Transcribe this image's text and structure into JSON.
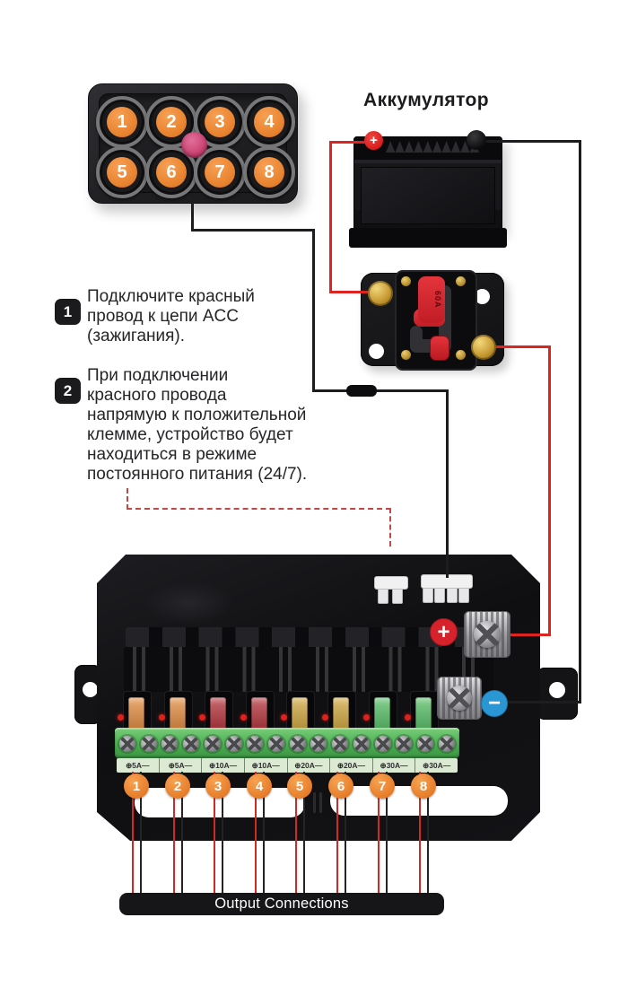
{
  "keypad": {
    "buttons": [
      "1",
      "2",
      "3",
      "4",
      "5",
      "6",
      "7",
      "8"
    ]
  },
  "battery": {
    "title": "Аккумулятор",
    "plus_label": "+"
  },
  "breaker": {
    "rating": "60A"
  },
  "instructions": [
    {
      "num": "1",
      "lines": [
        "Подключите красный",
        "провод к цепи ACC",
        "(зажигания)."
      ]
    },
    {
      "num": "2",
      "lines": [
        "При подключении",
        "красного провода",
        "напрямую к положительной",
        "клемме, устройство будет",
        "находиться в режиме",
        "постоянного питания (24/7)."
      ]
    }
  ],
  "fusebox": {
    "plus_icon": "+",
    "minus_icon": "−",
    "fuse_labels": [
      "⊕5A—",
      "⊕5A—",
      "⊕10A—",
      "⊕10A—",
      "⊕20A—",
      "⊕20A—",
      "⊕30A—",
      "⊕30A—"
    ],
    "fuse_colors": [
      "#e08a3c",
      "#e08a3c",
      "#b23038",
      "#b23038",
      "#cfa53d",
      "#cfa53d",
      "#54bd63",
      "#54bd63"
    ],
    "outputs": [
      "1",
      "2",
      "3",
      "4",
      "5",
      "6",
      "7",
      "8"
    ]
  },
  "footer": {
    "output_connections": "Output Connections"
  },
  "colors": {
    "wire_red": "#dd2420",
    "wire_black": "#1d1d20",
    "dashed_red": "#c24848",
    "accent_orange": "#e8832f",
    "plus_red": "#d6222b",
    "minus_blue": "#2a97d4",
    "terminal_green": "#48a94f"
  }
}
